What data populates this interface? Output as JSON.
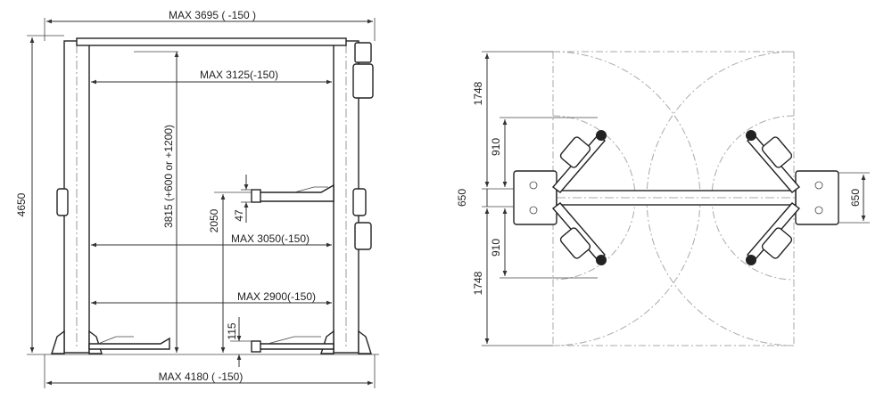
{
  "front_view": {
    "max_top_width": "MAX 3695 ( -150 )",
    "max_clear_height_width": "MAX 3125(-150)",
    "total_height": "4650",
    "lift_height": "3815 (+600 or +1200)",
    "arm_height": "2050",
    "arm_pad_height": "47",
    "max_arm_width": "MAX 3050(-150)",
    "max_drive_width": "MAX 2900(-150)",
    "min_pad_height": "115",
    "max_base_width": "MAX 4180 ( -150)"
  },
  "top_view": {
    "upper_arm_reach": "1748",
    "upper_short_arm": "910",
    "left_column_depth": "650",
    "lower_short_arm": "910",
    "lower_arm_reach": "1748",
    "right_column_depth": "650"
  },
  "colors": {
    "line": "#222222",
    "dash": "#aaaaaa",
    "background": "#ffffff"
  }
}
